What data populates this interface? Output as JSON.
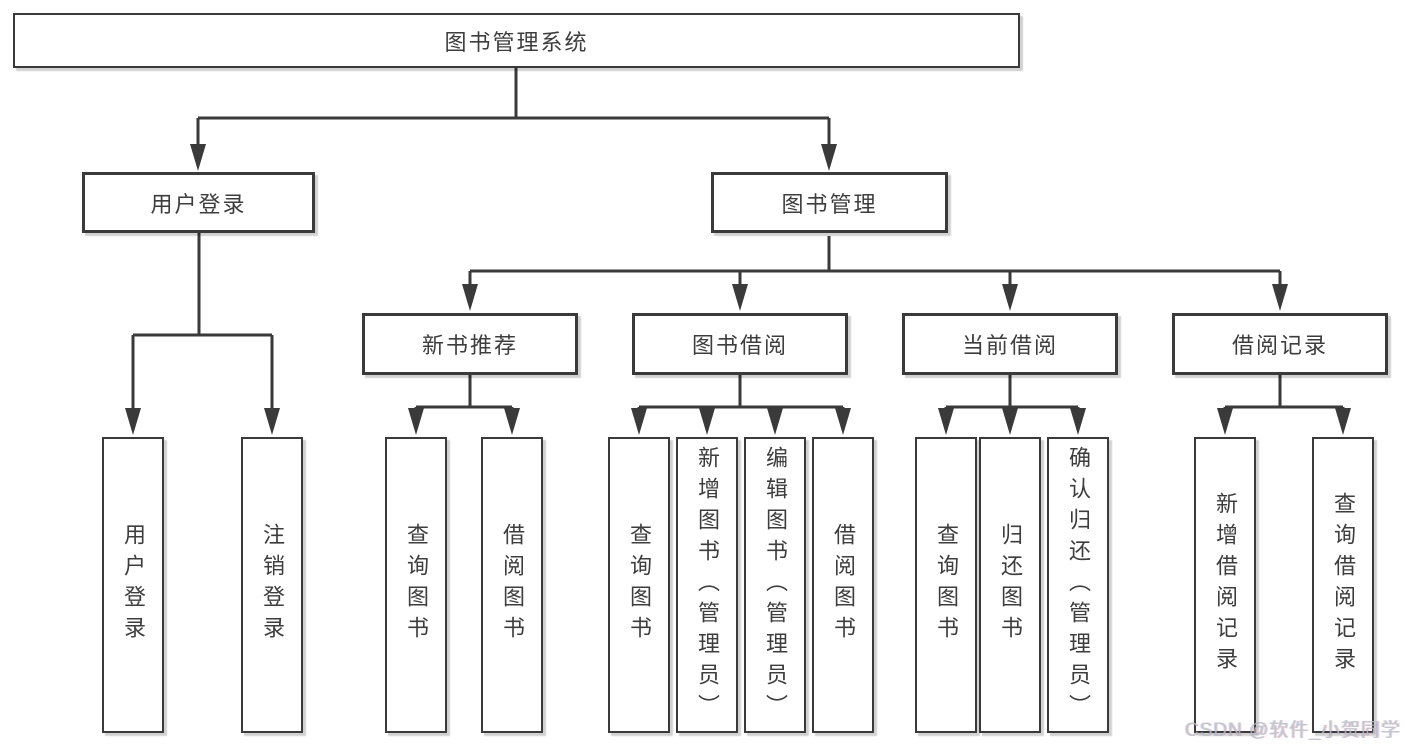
{
  "colors": {
    "background": "#ffffff",
    "line": "#3a3a3a",
    "box_border": "#3a3a3a",
    "text": "#3d3d3d",
    "watermark": "#b9bdc4"
  },
  "watermark": {
    "text": "CSDN @软件_小贺同学"
  },
  "diagram": {
    "type": "tree",
    "root": {
      "label": "图书管理系统"
    },
    "level2": [
      {
        "label": "用户登录",
        "parent": "图书管理系统"
      },
      {
        "label": "图书管理",
        "parent": "图书管理系统"
      }
    ],
    "level3": [
      {
        "label": "新书推荐",
        "parent": "图书管理"
      },
      {
        "label": "图书借阅",
        "parent": "图书管理"
      },
      {
        "label": "当前借阅",
        "parent": "图书管理"
      },
      {
        "label": "借阅记录",
        "parent": "图书管理"
      }
    ],
    "leaves": [
      {
        "label": "用户登录",
        "parent": "用户登录"
      },
      {
        "label": "注销登录",
        "parent": "用户登录"
      },
      {
        "label": "查询图书",
        "parent": "新书推荐"
      },
      {
        "label": "借阅图书",
        "parent": "新书推荐"
      },
      {
        "label": "查询图书",
        "parent": "图书借阅"
      },
      {
        "label": "新增图书（管理员）",
        "parent": "图书借阅"
      },
      {
        "label": "编辑图书（管理员）",
        "parent": "图书借阅"
      },
      {
        "label": "借阅图书",
        "parent": "图书借阅"
      },
      {
        "label": "查询图书",
        "parent": "当前借阅"
      },
      {
        "label": "归还图书",
        "parent": "当前借阅"
      },
      {
        "label": "确认归还（管理员）",
        "parent": "当前借阅"
      },
      {
        "label": "新增借阅记录",
        "parent": "借阅记录"
      },
      {
        "label": "查询借阅记录",
        "parent": "借阅记录"
      }
    ]
  }
}
